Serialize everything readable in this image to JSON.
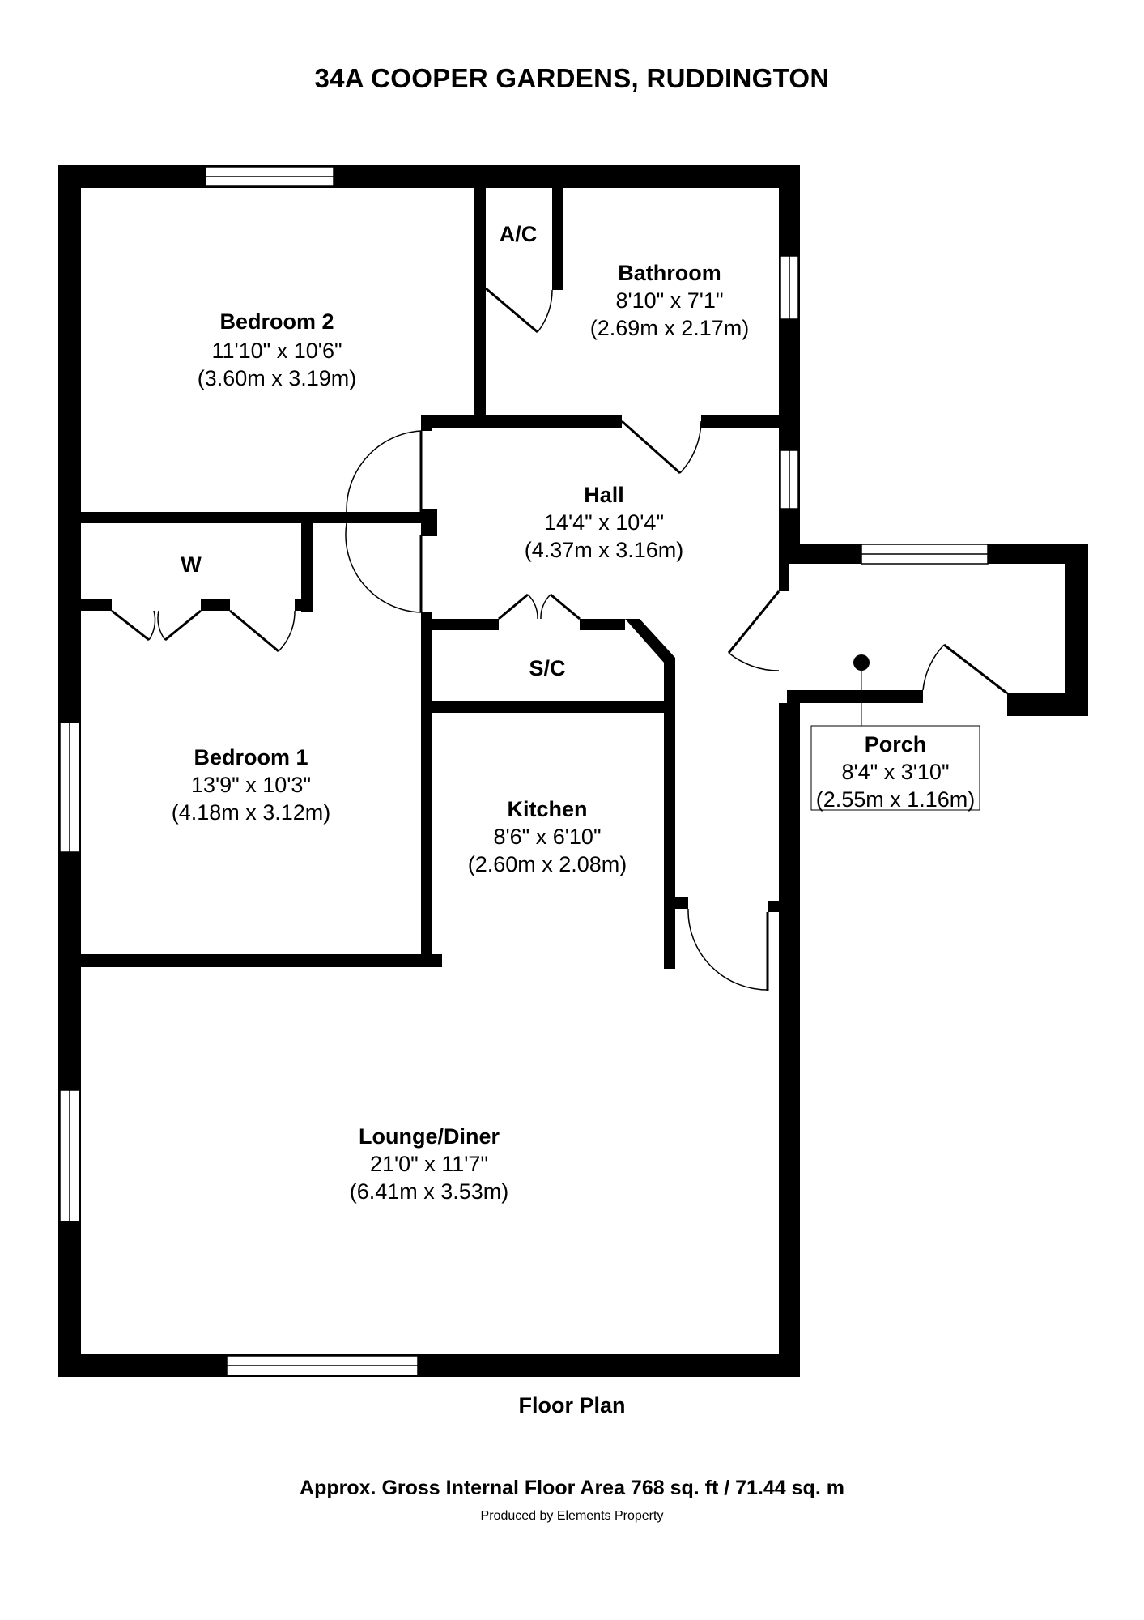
{
  "title": "34A COOPER GARDENS, RUDDINGTON",
  "rooms": {
    "bedroom2": {
      "name": "Bedroom 2",
      "imperial": "11'10\" x 10'6\"",
      "metric": "(3.60m x 3.19m)"
    },
    "bathroom": {
      "name": "Bathroom",
      "imperial": "8'10\" x 7'1\"",
      "metric": "(2.69m x 2.17m)"
    },
    "hall": {
      "name": "Hall",
      "imperial": "14'4\" x 10'4\"",
      "metric": "(4.37m x 3.16m)"
    },
    "bedroom1": {
      "name": "Bedroom 1",
      "imperial": "13'9\" x 10'3\"",
      "metric": "(4.18m x 3.12m)"
    },
    "kitchen": {
      "name": "Kitchen",
      "imperial": "8'6\" x 6'10\"",
      "metric": "(2.60m x 2.08m)"
    },
    "lounge": {
      "name": "Lounge/Diner",
      "imperial": "21'0\" x 11'7\"",
      "metric": "(6.41m x 3.53m)"
    },
    "porch": {
      "name": "Porch",
      "imperial": "8'4\" x 3'10\"",
      "metric": "(2.55m x 1.16m)"
    }
  },
  "cupboards": {
    "ac": "A/C",
    "wardrobe": "W",
    "sc": "S/C"
  },
  "plan_label": "Floor Plan",
  "area_text": "Approx. Gross Internal Floor Area 768 sq. ft / 71.44 sq. m",
  "credit": "Produced by Elements Property"
}
